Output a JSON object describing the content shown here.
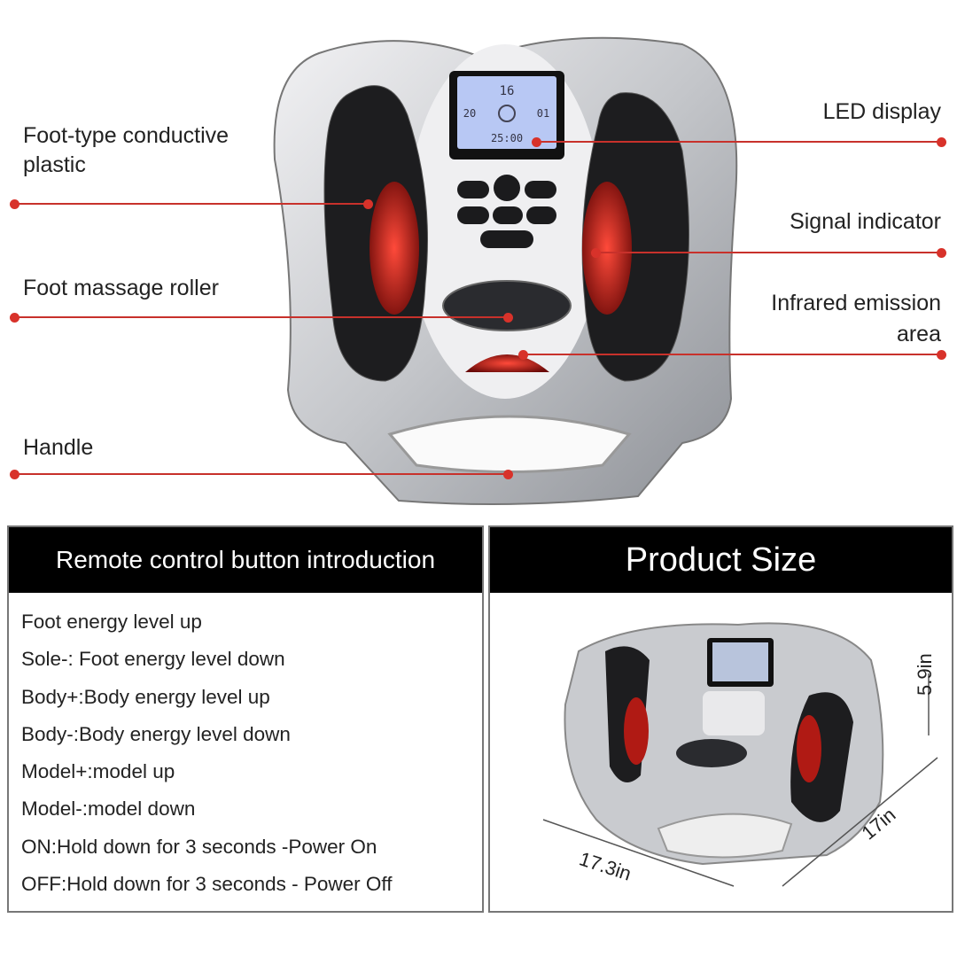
{
  "labels": {
    "left": [
      "Foot-type conductive plastic",
      "Foot massage roller",
      "Handle"
    ],
    "foot_plastic_line1": "Foot-type conductive",
    "foot_plastic_line2": "plastic",
    "right_led": "LED display",
    "right_signal": "Signal indicator",
    "right_infrared_line1": "Infrared emission",
    "right_infrared_line2": "area"
  },
  "lcd": {
    "top": "16",
    "left": "20",
    "right": "01",
    "bottom": "25:00"
  },
  "remote_panel": {
    "title": "Remote control button introduction",
    "items": [
      "Foot energy level up",
      "Sole-: Foot energy level down",
      "Body+:Body energy level up",
      "Body-:Body energy level down",
      "Model+:model up",
      "Model-:model down",
      "ON:Hold down for 3 seconds -Power On",
      "OFF:Hold down for 3 seconds - Power Off"
    ]
  },
  "size_panel": {
    "title": "Product Size",
    "height": "5.9in",
    "depth": "17in",
    "width": "17.3in"
  },
  "colors": {
    "accent_line": "#c8312b",
    "header_bg": "#000000",
    "lcd": "#b8c8f4"
  }
}
